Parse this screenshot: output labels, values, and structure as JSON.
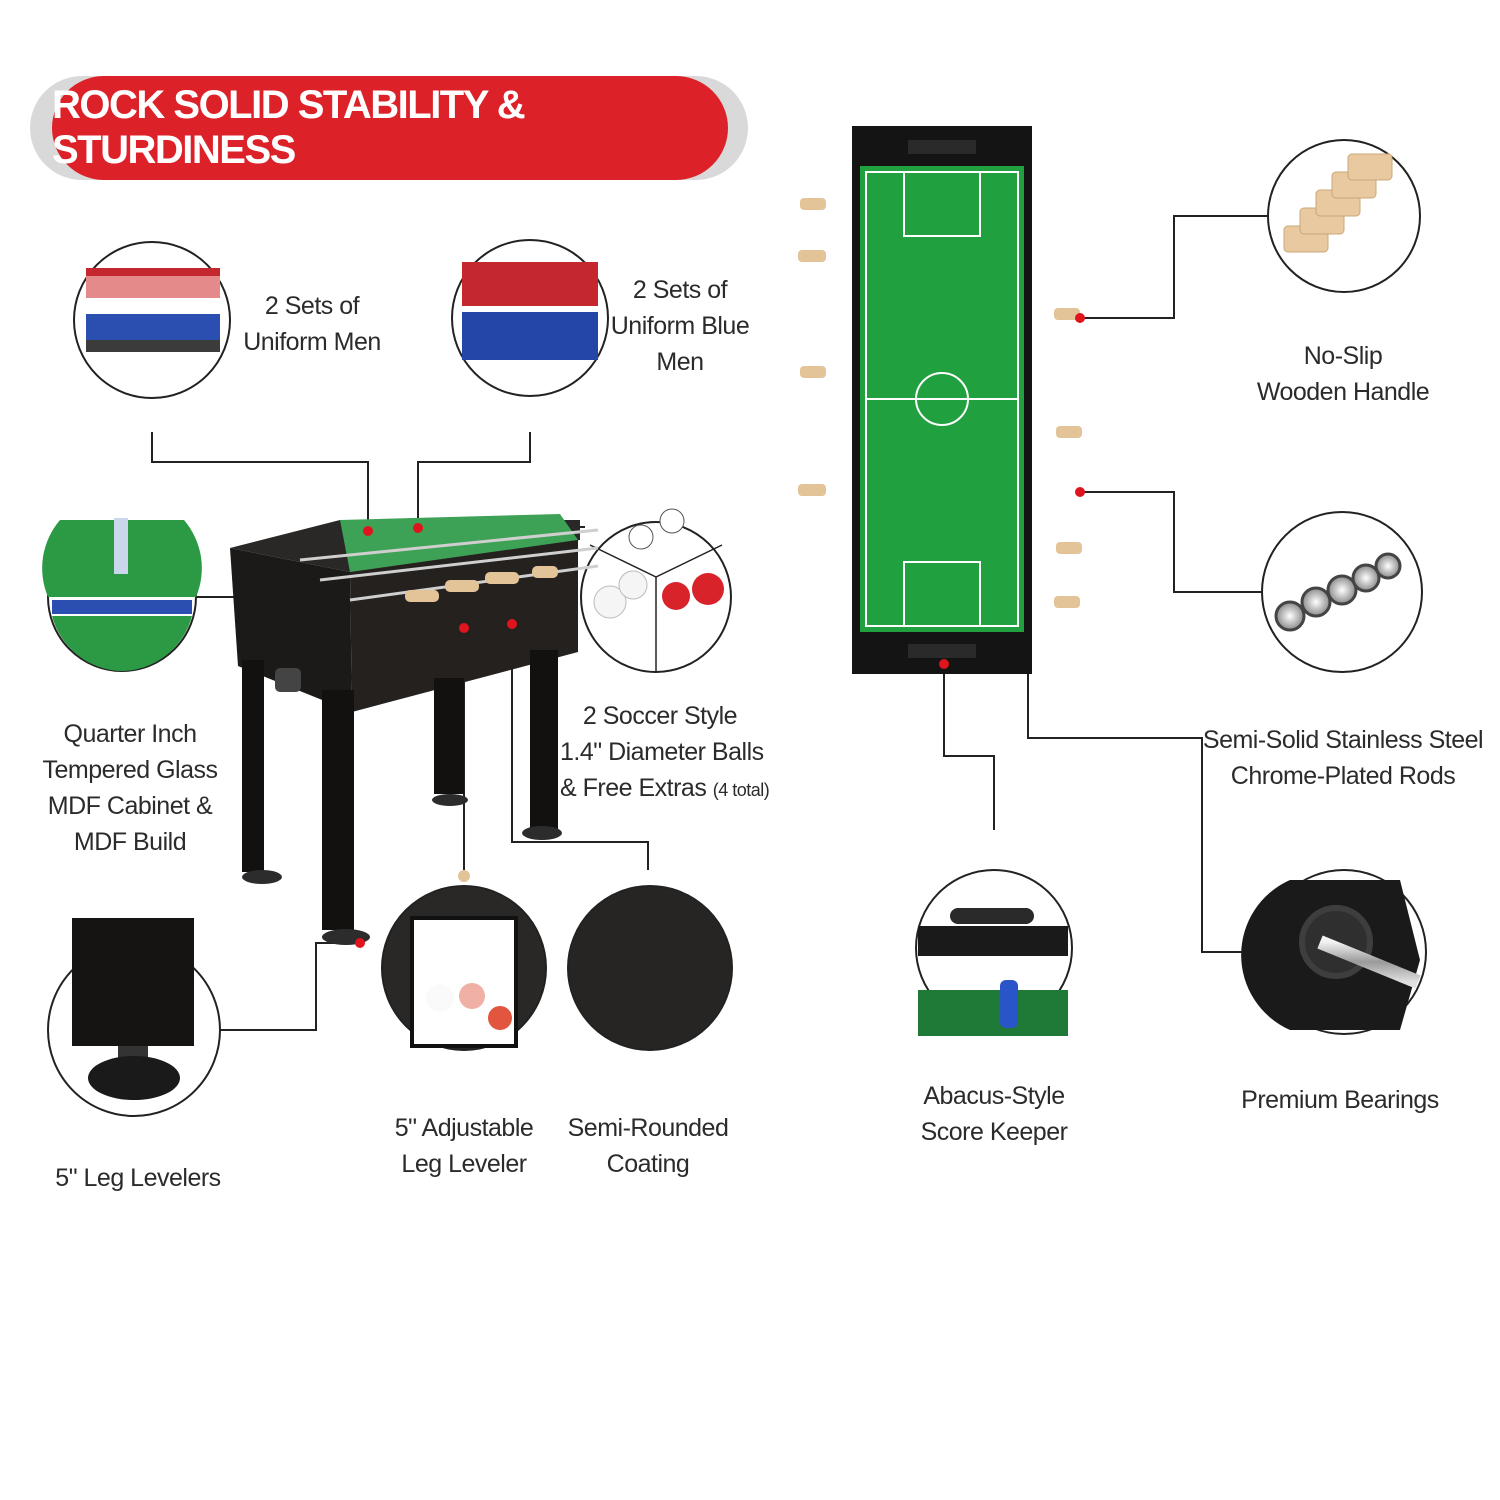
{
  "banner": {
    "title": "ROCK SOLID STABILITY & STURDINESS"
  },
  "colors": {
    "accent_red": "#dd2128",
    "field_green": "#1e9c3a",
    "cabinet": "#1c1a18"
  },
  "features": {
    "uniform_men": [
      "2 Sets of",
      "Uniform Men"
    ],
    "uniform_blue_men": [
      "2 Sets of",
      "Uniform Blue",
      "Men"
    ],
    "glass_cabinet": [
      "Quarter Inch",
      "Tempered Glass",
      "MDF Cabinet &",
      "MDF Build"
    ],
    "balls": {
      "line1": "2 Soccer Style",
      "line2": "1.4\" Diameter Balls",
      "line3": "& Free Extras",
      "line3_note": "(4 total)"
    },
    "leg_levelers": [
      "5\" Leg Levelers"
    ],
    "adjustable_leveler": [
      "5\" Adjustable",
      "Leg Leveler"
    ],
    "coating": [
      "Semi-Rounded",
      "Coating"
    ],
    "handle": [
      "No-Slip",
      "Wooden Handle"
    ],
    "rods": [
      "Semi-Solid Stainless Steel",
      "Chrome-Plated Rods"
    ],
    "score_keeper": [
      "Abacus-Style",
      "Score Keeper"
    ],
    "bearings": [
      "Premium Bearings"
    ]
  }
}
